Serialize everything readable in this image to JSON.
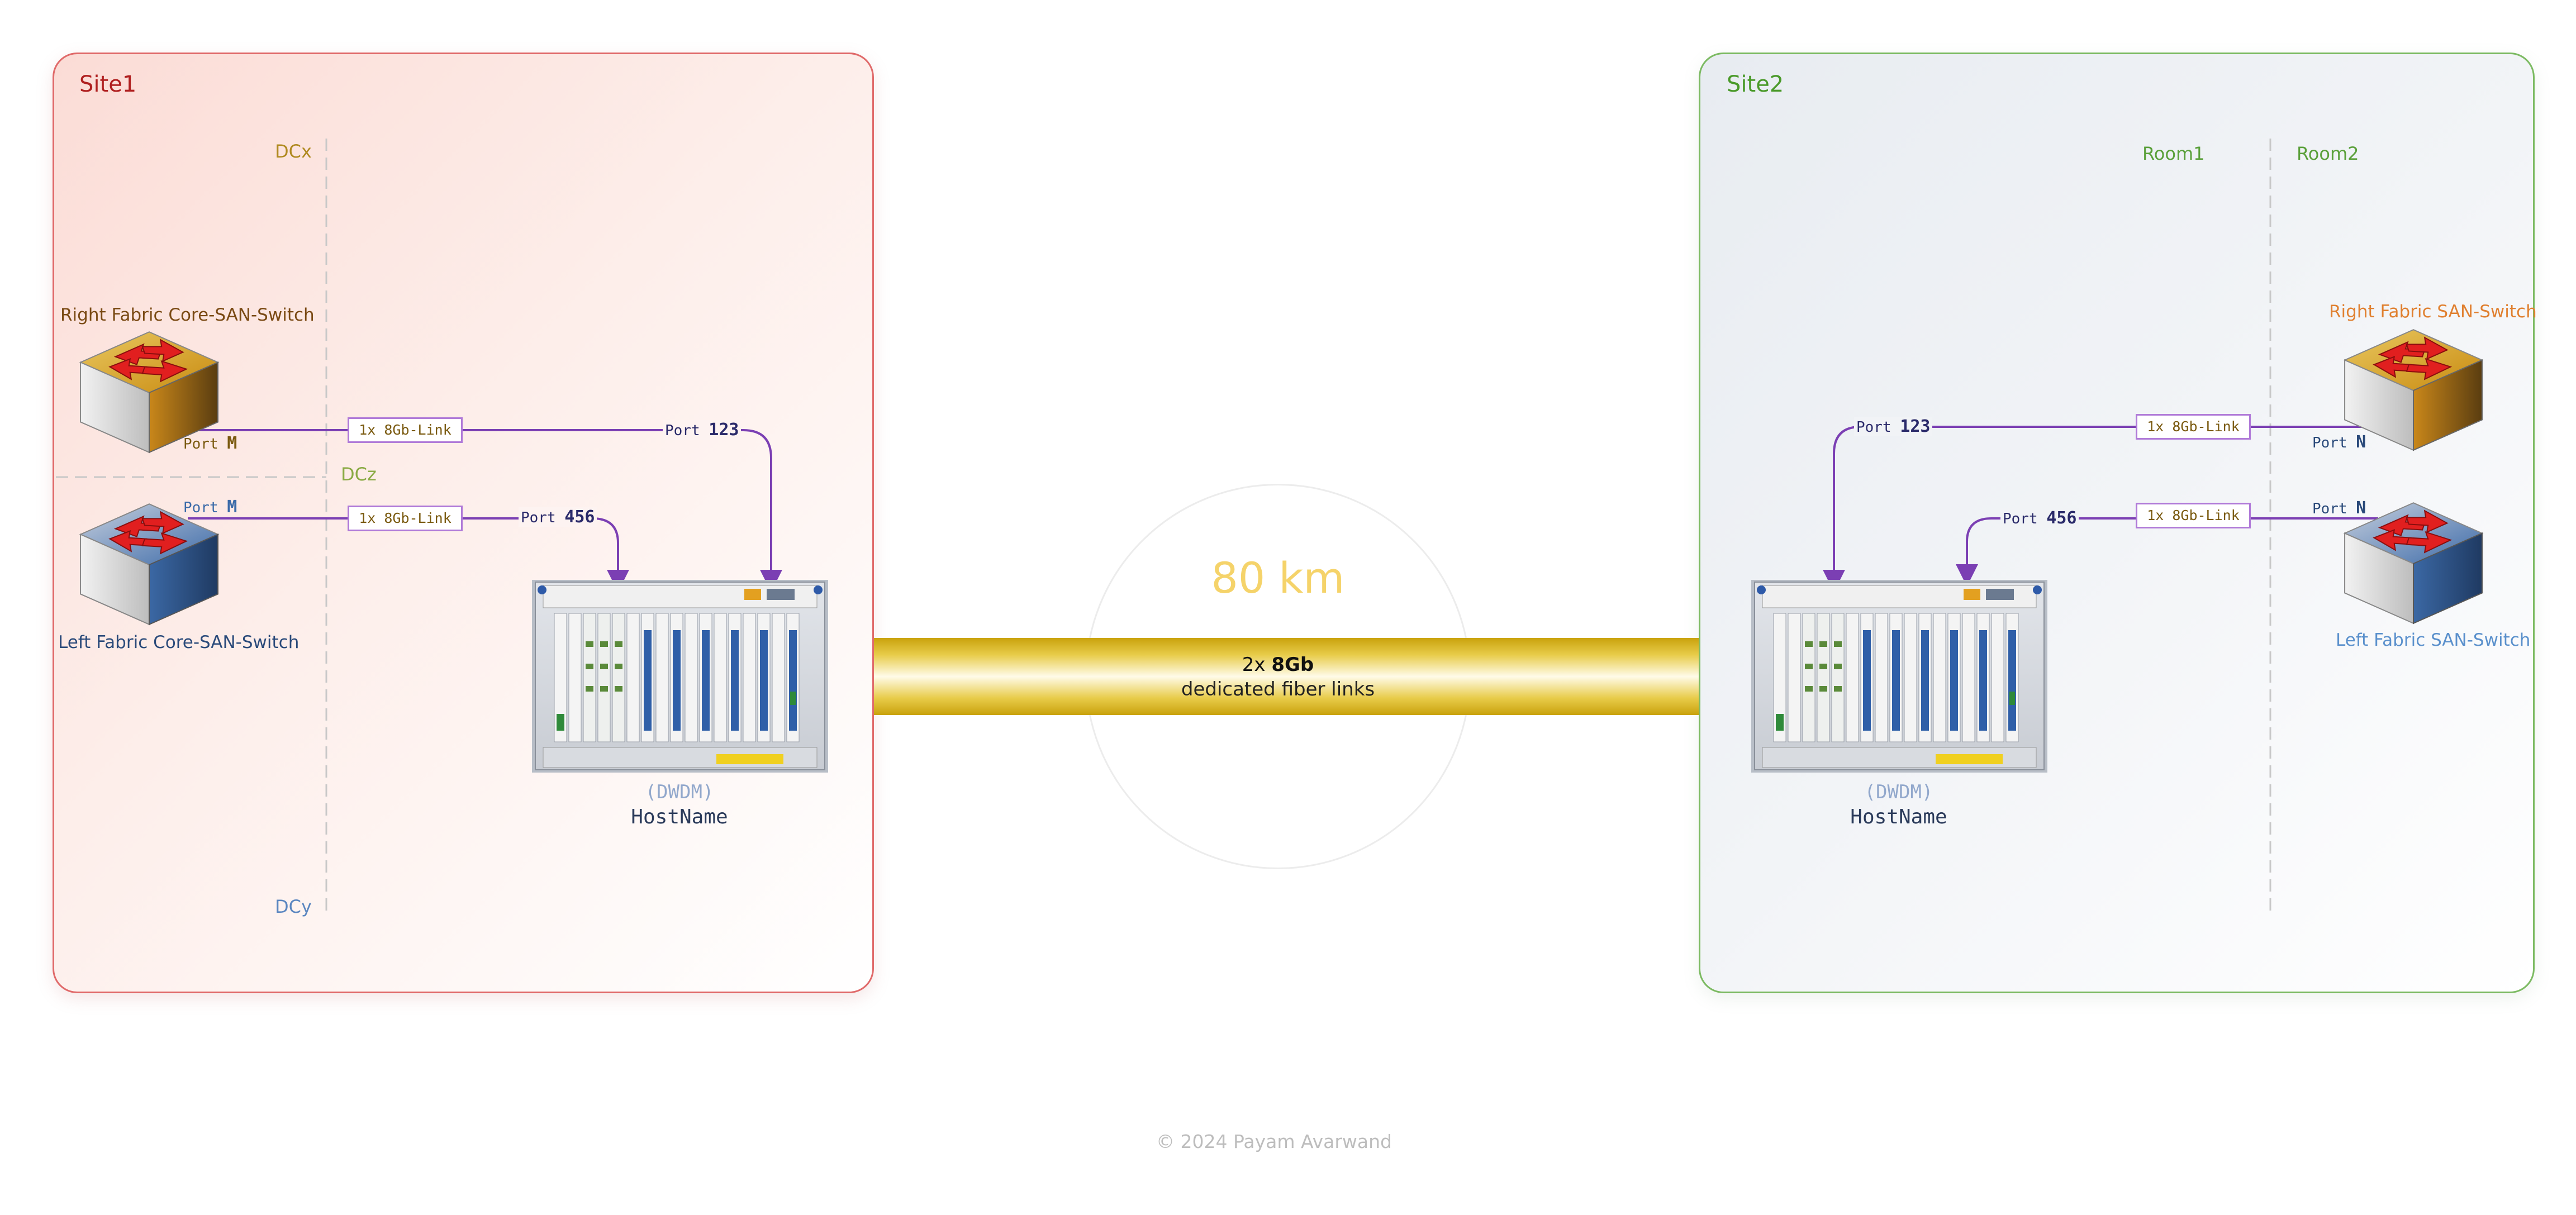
{
  "site1": {
    "title": "Site1",
    "zones": {
      "dcx": "DCx",
      "dcz": "DCz",
      "dcy": "DCy"
    },
    "right_switch": {
      "title": "Right Fabric Core-SAN-Switch",
      "port_prefix": "Port",
      "port_id": "M"
    },
    "left_switch": {
      "title": "Left Fabric Core-SAN-Switch",
      "port_prefix": "Port",
      "port_id": "M"
    },
    "link_top": "1x 8Gb-Link",
    "link_bottom": "1x 8Gb-Link",
    "dwdm_port_top": {
      "prefix": "Port",
      "id": "123"
    },
    "dwdm_port_bottom": {
      "prefix": "Port",
      "id": "456"
    },
    "dwdm": {
      "type": "(DWDM)",
      "hostname": "HostName"
    }
  },
  "site2": {
    "title": "Site2",
    "zones": {
      "room1": "Room1",
      "room2": "Room2"
    },
    "right_switch": {
      "title": "Right Fabric SAN-Switch",
      "port_prefix": "Port",
      "port_id": "N"
    },
    "left_switch": {
      "title": "Left Fabric SAN-Switch",
      "port_prefix": "Port",
      "port_id": "N"
    },
    "link_top": "1x 8Gb-Link",
    "link_bottom": "1x 8Gb-Link",
    "dwdm_port_top": {
      "prefix": "Port",
      "id": "123"
    },
    "dwdm_port_bottom": {
      "prefix": "Port",
      "id": "456"
    },
    "dwdm": {
      "type": "(DWDM)",
      "hostname": "HostName"
    }
  },
  "fiber": {
    "distance": "80 km",
    "count": "2x",
    "speed": "8Gb",
    "description": "dedicated fiber links"
  },
  "footer": {
    "copyright": "© 2024 Payam Avarwand"
  },
  "colors": {
    "site1_border": "#e06a6a",
    "site2_border": "#7cba62",
    "link_line": "#7b3fb3",
    "fiber": "#d4b01a",
    "distance_text": "#f5d36a"
  },
  "icons": [
    "san-switch-icon",
    "dwdm-chassis-icon"
  ]
}
